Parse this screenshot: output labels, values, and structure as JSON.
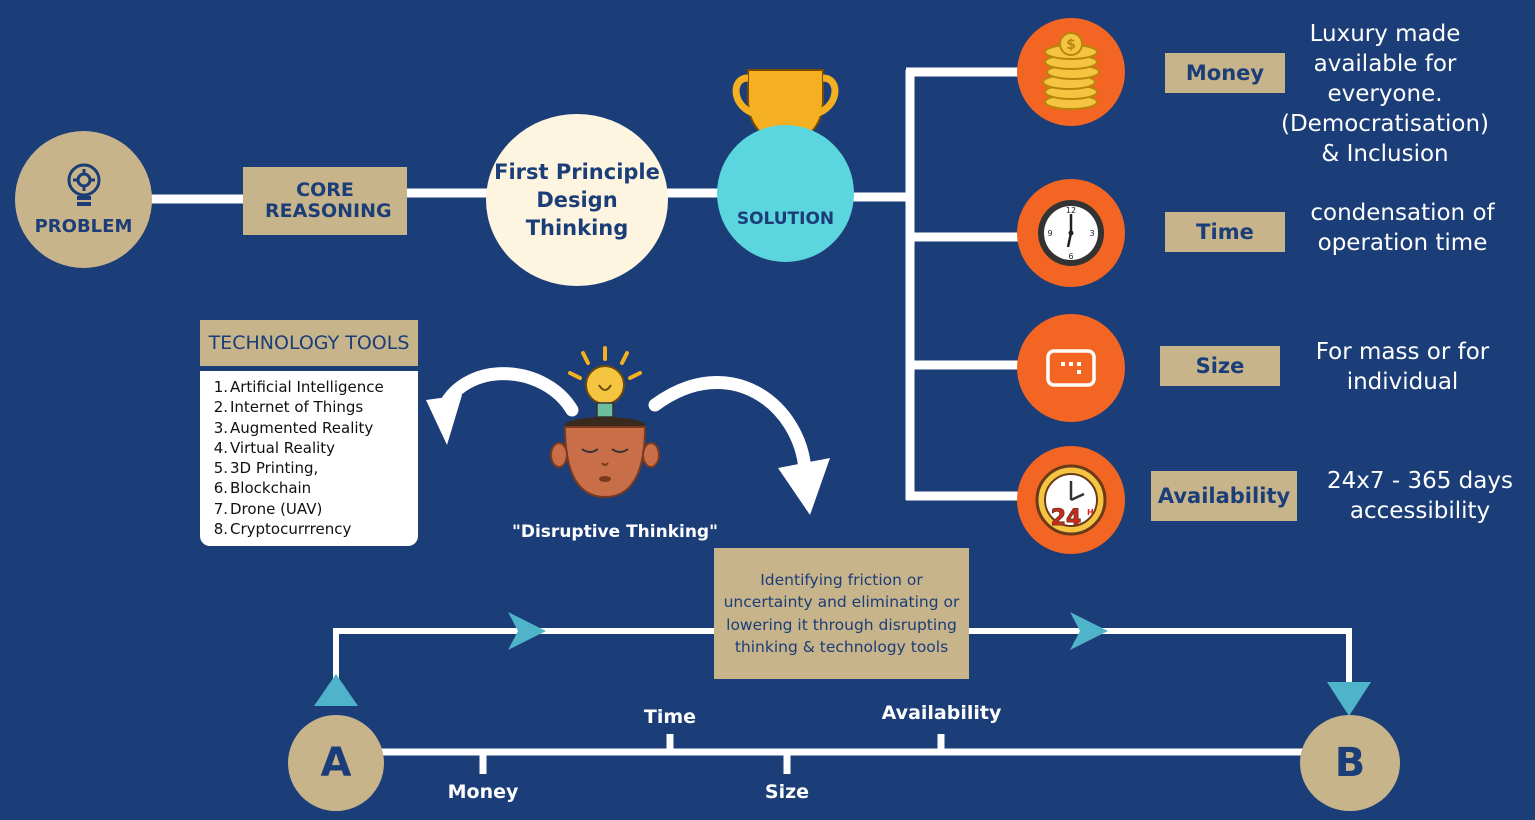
{
  "problem": {
    "label": "PROBLEM",
    "icon": "bulb-gear-icon"
  },
  "core_reasoning": {
    "label": "CORE REASONING"
  },
  "first_principle": {
    "line1": "First Principle",
    "line2": "Design",
    "line3": "Thinking"
  },
  "solution": {
    "label": "SOLUTION",
    "icon": "trophy-icon"
  },
  "attributes": [
    {
      "label": "Money",
      "icon": "coins-icon",
      "description": "Luxury made available for everyone. (Democratisation) & Inclusion"
    },
    {
      "label": "Time",
      "icon": "clock-icon",
      "description": "condensation of operation time"
    },
    {
      "label": "Size",
      "icon": "size-screen-icon",
      "description": "For mass or for individual"
    },
    {
      "label": "Availability",
      "icon": "24h-clock-icon",
      "description": "24x7 - 365 days accessibility"
    }
  ],
  "technology_tools": {
    "title": "TECHNOLOGY TOOLS",
    "items": [
      {
        "num": "1.",
        "text": "Artificial Intelligence"
      },
      {
        "num": "2.",
        "text": "Internet of Things"
      },
      {
        "num": "3.",
        "text": "Augmented Reality"
      },
      {
        "num": "4.",
        "text": "Virtual Reality"
      },
      {
        "num": "5.",
        "text": "3D Printing,"
      },
      {
        "num": "6.",
        "text": "Blockchain"
      },
      {
        "num": "7.",
        "text": "Drone (UAV)"
      },
      {
        "num": "8.",
        "text": "Cryptocurrrency"
      }
    ]
  },
  "disruptive_thinking": {
    "label": "\"Disruptive Thinking\""
  },
  "friction_box": {
    "text": "Identifying friction or uncertainty and eliminating or lowering it through disrupting thinking & technology tools"
  },
  "timeline": {
    "start": "A",
    "end": "B",
    "ticks": [
      {
        "label": "Money",
        "position": "below"
      },
      {
        "label": "Time",
        "position": "above"
      },
      {
        "label": "Size",
        "position": "below"
      },
      {
        "label": "Availability",
        "position": "above"
      }
    ]
  },
  "colors": {
    "background": "#1b3d78",
    "tan": "#c8b48a",
    "orange": "#f26522",
    "cyan": "#5cd6de",
    "cream": "#fdf5df",
    "arrow": "#4fb3c9"
  }
}
